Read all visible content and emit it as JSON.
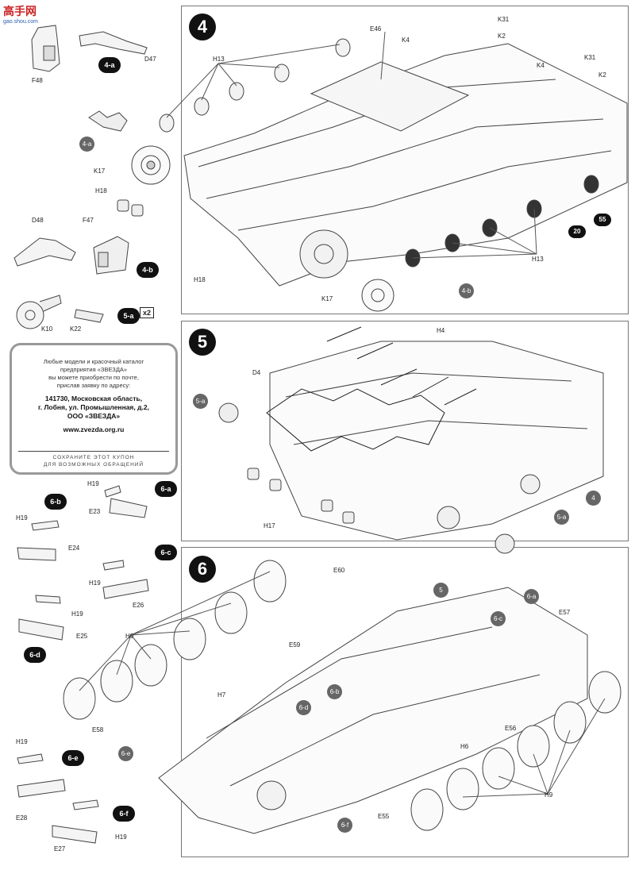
{
  "watermark": {
    "title": "高手网",
    "url": "gao.shou.com"
  },
  "steps": {
    "s4": "4",
    "s5": "5",
    "s6": "6"
  },
  "sub_badges": {
    "4a": "4-a",
    "4b": "4-b",
    "5a": "5-a",
    "6a": "6-a",
    "6b": "6-b",
    "6c": "6-c",
    "6d": "6-d",
    "6e": "6-e",
    "6f": "6-f"
  },
  "x2": "x2",
  "coupon": {
    "line1": "Любые модели и красочный каталог",
    "line2": "предприятия «ЗВЕЗДА»",
    "line3": "вы можете приобрести по почте,",
    "line4": "прислав заявку по адресу:",
    "addr1": "141730, Московская область,",
    "addr2": "г. Лобня, ул. Промышленная, д.2,",
    "addr3": "ООО «ЗВЕЗДА»",
    "url": "www.zvezda.org.ru",
    "footer1": "СОХРАНИТЕ ЭТОТ КУПОН",
    "footer2": "ДЛЯ ВОЗМОЖНЫХ ОБРАЩЕНИЙ"
  },
  "parts": {
    "F48": "F48",
    "D47": "D47",
    "K17": "K17",
    "H18": "H18",
    "D48": "D48",
    "F47": "F47",
    "K10": "K10",
    "K22": "K22",
    "H19": "H19",
    "E23": "E23",
    "E24": "E24",
    "E26": "E26",
    "E25": "E25",
    "E28": "E28",
    "E27": "E27",
    "E46": "E46",
    "K4": "K4",
    "K31": "K31",
    "K2": "K2",
    "H13": "H13",
    "H4": "H4",
    "D4": "D4",
    "H17": "H17",
    "E60": "E60",
    "H9": "H9",
    "E59": "E59",
    "H7": "H7",
    "E58": "E58",
    "E57": "E57",
    "E56": "E56",
    "H6": "H6",
    "E55": "E55"
  },
  "paint_refs": {
    "p20": "20",
    "p55": "55"
  },
  "step_refs": {
    "r4": "4",
    "r5": "5"
  }
}
